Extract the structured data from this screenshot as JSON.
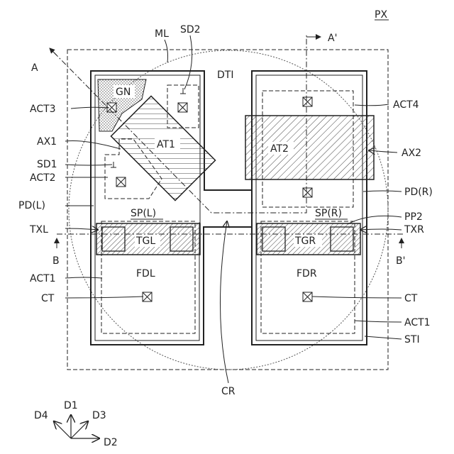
{
  "labels": {
    "px": "PX",
    "ml": "ML",
    "sd2": "SD2",
    "a": "A",
    "a_prime": "A'",
    "dti": "DTI",
    "gn": "GN",
    "act3": "ACT3",
    "act4": "ACT4",
    "ax1": "AX1",
    "at1": "AT1",
    "at2": "AT2",
    "ax2": "AX2",
    "sd1": "SD1",
    "act2": "ACT2",
    "pd_l": "PD(L)",
    "pd_r": "PD(R)",
    "sp_l": "SP(L)",
    "sp_r": "SP(R)",
    "pp2": "PP2",
    "txl": "TXL",
    "txr": "TXR",
    "tgl": "TGL",
    "tgr": "TGR",
    "b": "B",
    "b_prime": "B'",
    "act1_left": "ACT1",
    "act1_right": "ACT1",
    "fdl": "FDL",
    "fdr": "FDR",
    "ct_left": "CT",
    "ct_right": "CT",
    "sti": "STI",
    "cr": "CR",
    "d1": "D1",
    "d2": "D2",
    "d3": "D3",
    "d4": "D4"
  },
  "colors": {
    "line": "#222222",
    "hatch": "#444444",
    "dots": "#666666"
  }
}
